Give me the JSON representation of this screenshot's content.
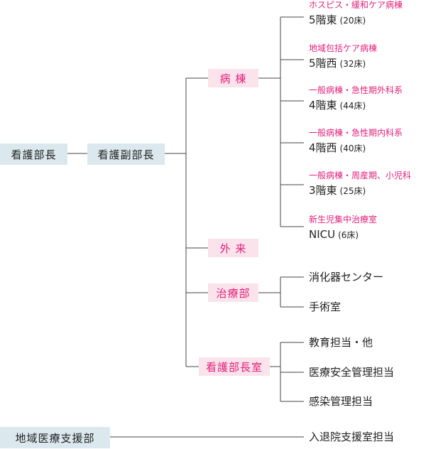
{
  "director": "看護部長",
  "vice_director": "看護副部長",
  "regional": "地域医療支援部",
  "departments": {
    "ward": "病 棟",
    "outpatient": "外 来",
    "treatment": "治療部",
    "director_office": "看護部長室"
  },
  "wards": [
    {
      "sub": "ホスピス・緩和ケア病棟",
      "name": "5階東",
      "beds": "(20床)"
    },
    {
      "sub": "地域包括ケア病棟",
      "name": "5階西",
      "beds": "(32床)"
    },
    {
      "sub": "一般病棟・急性期外科系",
      "name": "4階東",
      "beds": "(44床)"
    },
    {
      "sub": "一般病棟・急性期内科系",
      "name": "4階西",
      "beds": "(40床)"
    },
    {
      "sub": "一般病棟・周産期、小児科",
      "name": "3階東",
      "beds": "(25床)"
    },
    {
      "sub": "新生児集中治療室",
      "name": "NICU",
      "beds": "(6床)"
    }
  ],
  "treatment_units": [
    "消化器センター",
    "手術室"
  ],
  "office_units": [
    "教育担当・他",
    "医療安全管理担当",
    "感染管理担当"
  ],
  "regional_unit": "入退院支援室担当"
}
